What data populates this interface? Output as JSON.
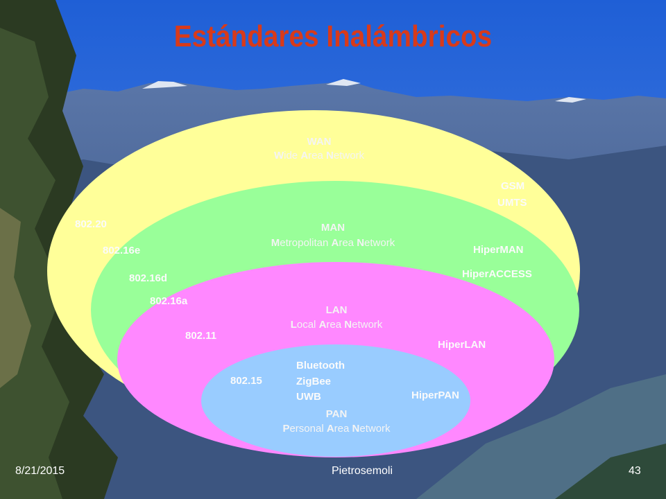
{
  "slide": {
    "title": "Estándares Inalámbricos",
    "footer_date": "8/21/2015",
    "footer_author": "Pietrosemoli",
    "footer_page": "43"
  },
  "colors": {
    "title": "#d83a1a",
    "wan": "#ffff99",
    "man": "#99ff99",
    "lan": "#ff88ff",
    "pan": "#99ccff"
  },
  "networks": {
    "wan": {
      "abbr": "WAN",
      "full": "Wide Area Network"
    },
    "man": {
      "abbr": "MAN",
      "full": "Metropolitan Area Network"
    },
    "lan": {
      "abbr": "LAN",
      "full": "Local Area Network"
    },
    "pan": {
      "abbr": "PAN",
      "full": "Personal Area Network"
    }
  },
  "standards": {
    "ieee_wan": "802.20",
    "ieee_man_e": "802.16e",
    "ieee_man_d": "802.16d",
    "ieee_man_a": "802.16a",
    "ieee_lan": "802.11",
    "ieee_pan": "802.15",
    "gsm": "GSM",
    "umts": "UMTS",
    "hiperman": "HiperMAN",
    "hiperaccess": "HiperACCESS",
    "hiperlan": "HiperLAN",
    "hiperpan": "HiperPAN",
    "bluetooth": "Bluetooth",
    "zigbee": "ZigBee",
    "uwb": "UWB"
  }
}
